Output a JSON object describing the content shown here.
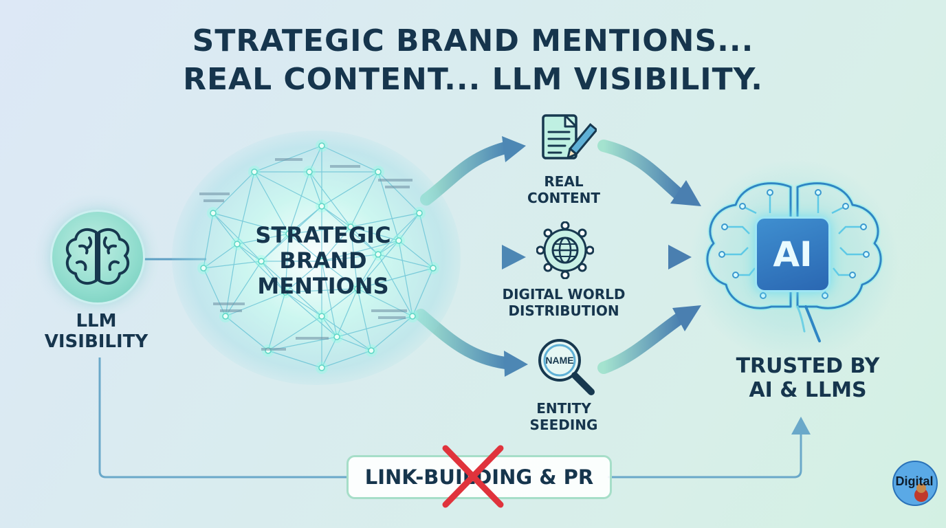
{
  "title": {
    "line1": "STRATEGIC BRAND MENTIONS...",
    "line2": "REAL CONTENT... LLM VISIBILITY."
  },
  "llm_visibility": {
    "label": "LLM\nVISIBILITY",
    "icon": "brain-outline-icon"
  },
  "center": {
    "label": "STRATEGIC\nBRAND\nMENTIONS",
    "icon": "network-icon"
  },
  "nodes": [
    {
      "label": "REAL\nCONTENT",
      "icon": "document-pencil-icon"
    },
    {
      "label": "DIGITAL WORLD\nDISTRIBUTION",
      "icon": "globe-network-icon"
    },
    {
      "label": "ENTITY\nSEEDING",
      "icon": "magnifier-name-icon",
      "icon_text": "NAME"
    }
  ],
  "ai": {
    "badge": "AI",
    "label": "TRUSTED BY\nAI & LLMS",
    "icon": "ai-brain-icon"
  },
  "crossed_out": {
    "label": "LINK-BUILDING & PR",
    "icon": "red-x-icon"
  },
  "logo": {
    "text": "Digital"
  },
  "colors": {
    "heading": "#16354d",
    "arrow": "#4f8fb5",
    "arrow_green": "#7fd1b9",
    "brain_glow": "#6fcab9",
    "ai_badge": "#2a67b2",
    "strike": "#e0333c"
  }
}
